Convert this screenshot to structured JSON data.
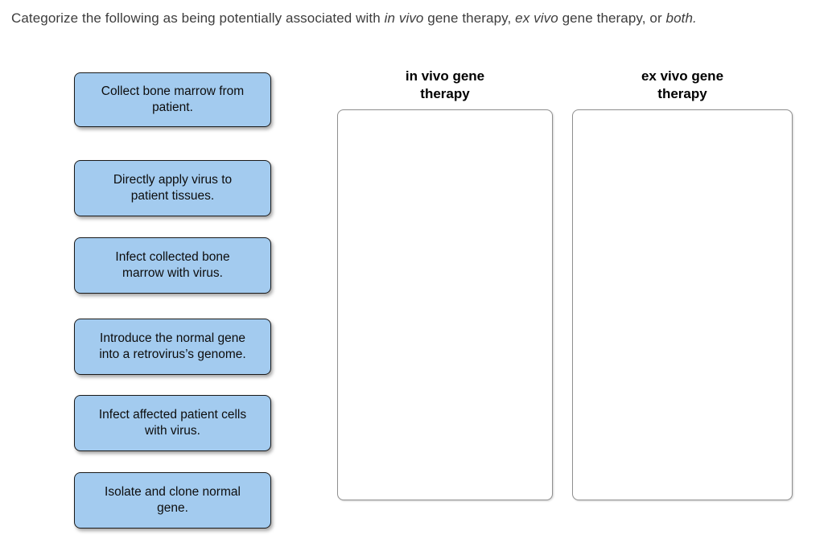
{
  "title": {
    "segments": [
      {
        "text": "Categorize the following as being potentially associated with "
      },
      {
        "text": "in vivo",
        "italic": true
      },
      {
        "text": " gene therapy, "
      },
      {
        "text": "ex vivo",
        "italic": true
      },
      {
        "text": " gene therapy, or "
      },
      {
        "text": "both.",
        "italic": true
      }
    ]
  },
  "cards": [
    {
      "label": "Collect bone marrow from\npatient."
    },
    {
      "label": "Directly apply virus to\npatient tissues."
    },
    {
      "label": "Infect collected bone\nmarrow with virus."
    },
    {
      "label": "Introduce the normal gene\ninto a retrovirus’s genome."
    },
    {
      "label": "Infect affected patient cells\nwith virus."
    },
    {
      "label": "Isolate and clone normal\ngene."
    }
  ],
  "columns": [
    {
      "header": "in vivo gene\ntherapy"
    },
    {
      "header": "ex vivo gene\ntherapy"
    }
  ],
  "colors": {
    "card_fill": "#a3cbef",
    "card_border": "#1a1a1a",
    "dropzone_border": "#8f8f8f",
    "title_text": "#3d3d3d",
    "header_text": "#000000"
  }
}
